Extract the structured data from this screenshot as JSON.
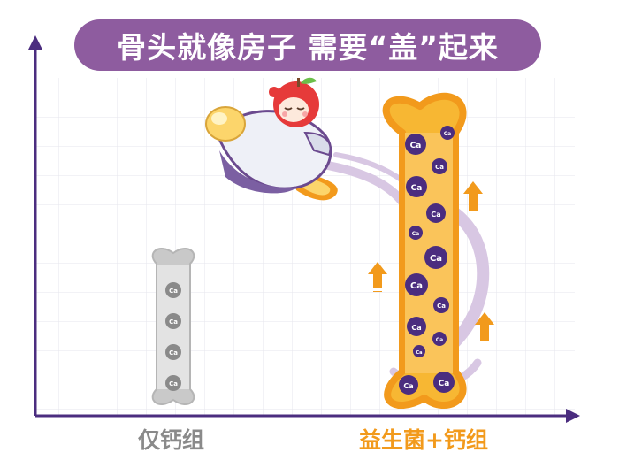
{
  "title": "骨头就像房子 需要“盖”起来",
  "labels": {
    "left": "仅钙组",
    "right": "益生菌+钙组"
  },
  "calcium_symbol": "Ca",
  "colors": {
    "title_bg": "#8e5c9f",
    "axis": "#4b2d7f",
    "grid": "#e6e6ec",
    "left_bone": "#c9c9c9",
    "right_bone_fill": "#f7b733",
    "right_bone_outline": "#f29a1c",
    "calcium_circle": "#4b2d7f",
    "arrow": "#f29a1c"
  },
  "icons": [
    "apple-mascot-icon",
    "rocket-icon",
    "up-arrow-icon",
    "calcium-icon",
    "bone-icon"
  ]
}
